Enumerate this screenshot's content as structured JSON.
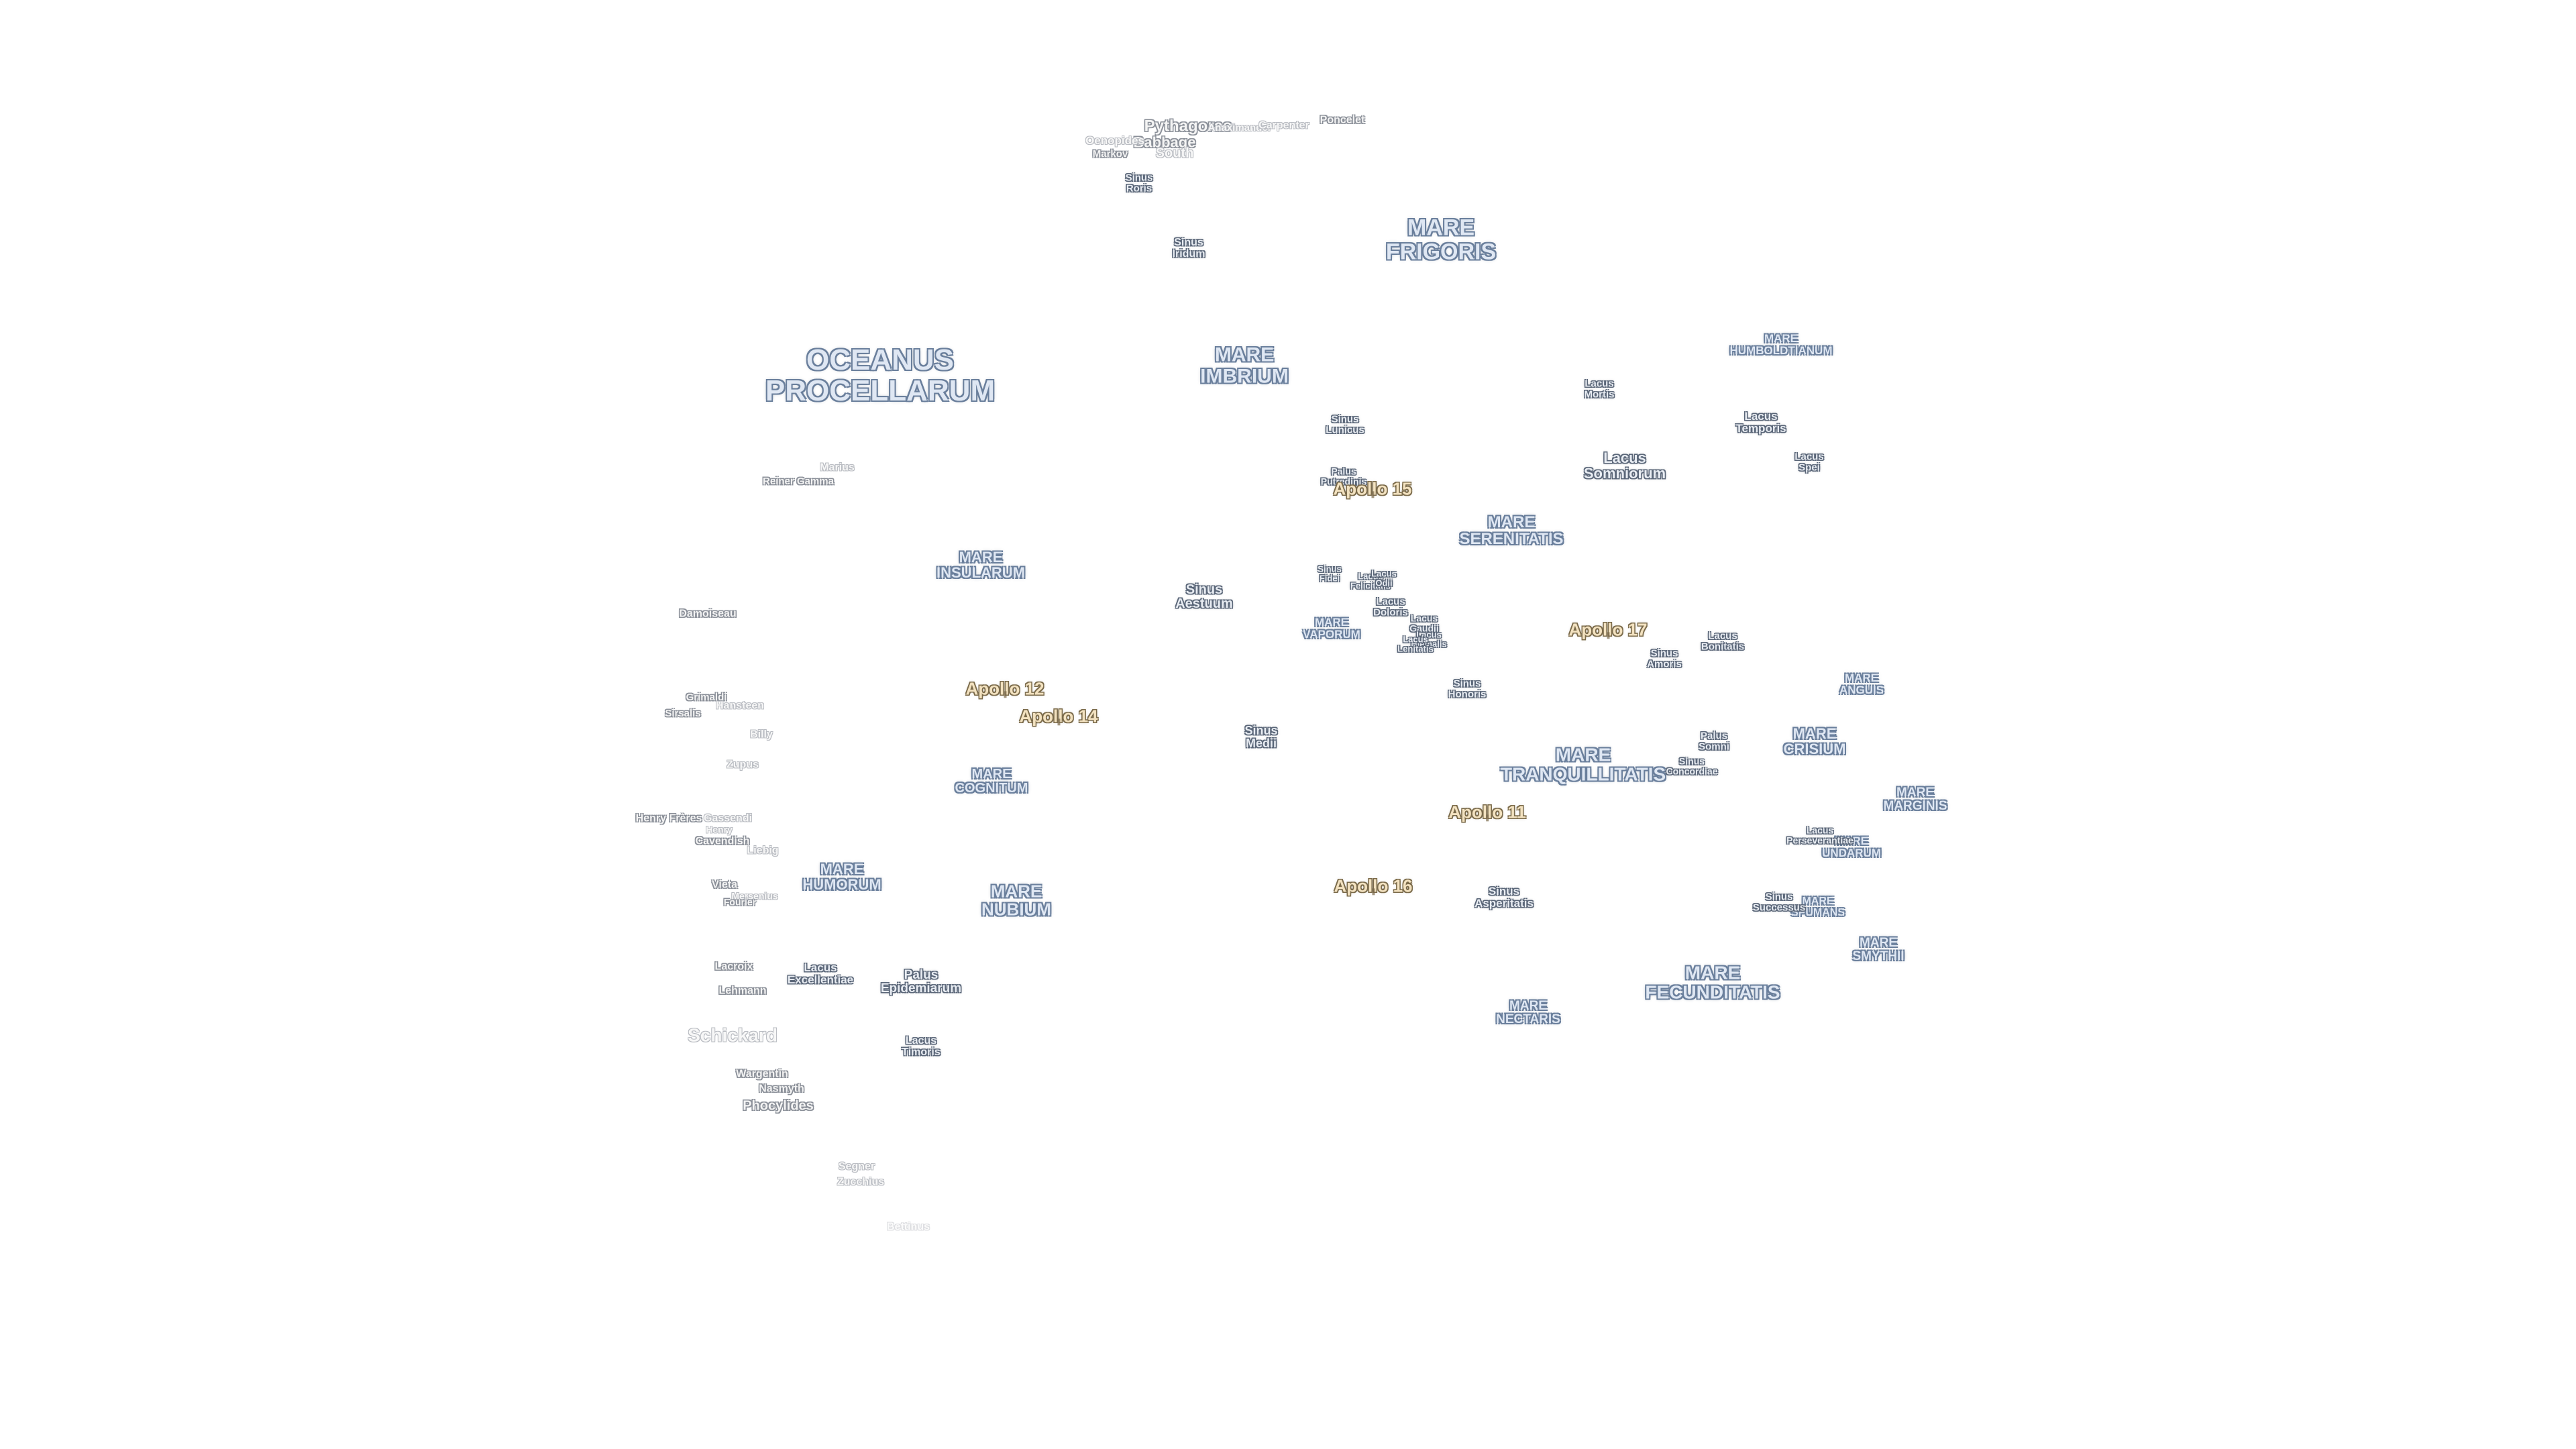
{
  "colors": {
    "background": "#ffffff",
    "maria_outline": "#6a7f9c",
    "feature_outline": "#5a6678",
    "crater_outline": "#8a8f98",
    "apollo_fill": "#f3e2c0",
    "apollo_outline": "#7a6a4a"
  },
  "maria": [
    {
      "lines": [
        "OCEANUS",
        "PROCELLARUM"
      ]
    },
    {
      "lines": [
        "MARE",
        "FRIGORIS"
      ]
    },
    {
      "lines": [
        "MARE",
        "IMBRIUM"
      ]
    },
    {
      "lines": [
        "MARE",
        "HUMBOLDTIANUM"
      ]
    },
    {
      "lines": [
        "MARE",
        "SERENITATIS"
      ]
    },
    {
      "lines": [
        "MARE",
        "INSULARUM"
      ]
    },
    {
      "lines": [
        "MARE",
        "VAPORUM"
      ]
    },
    {
      "lines": [
        "MARE",
        "ANGUIS"
      ]
    },
    {
      "lines": [
        "MARE",
        "CRISIUM"
      ]
    },
    {
      "lines": [
        "MARE",
        "TRANQUILLITATIS"
      ]
    },
    {
      "lines": [
        "MARE",
        "COGNITUM"
      ]
    },
    {
      "lines": [
        "MARE",
        "MARGINIS"
      ]
    },
    {
      "lines": [
        "MARE",
        "UNDARUM"
      ]
    },
    {
      "lines": [
        "MARE",
        "HUMORUM"
      ]
    },
    {
      "lines": [
        "MARE",
        "NUBIUM"
      ]
    },
    {
      "lines": [
        "MARE",
        "SPUMANS"
      ]
    },
    {
      "lines": [
        "MARE",
        "SMYTHII"
      ]
    },
    {
      "lines": [
        "MARE",
        "FECUNDITATIS"
      ]
    },
    {
      "lines": [
        "MARE",
        "NECTARIS"
      ]
    }
  ],
  "features": [
    {
      "lines": [
        "Sinus",
        "Roris"
      ]
    },
    {
      "lines": [
        "Sinus",
        "Iridum"
      ]
    },
    {
      "lines": [
        "Lacus",
        "Mortis"
      ]
    },
    {
      "lines": [
        "Sinus",
        "Lunicus"
      ]
    },
    {
      "lines": [
        "Lacus",
        "Temporis"
      ]
    },
    {
      "lines": [
        "Lacus",
        "Somniorum"
      ]
    },
    {
      "lines": [
        "Lacus",
        "Spei"
      ]
    },
    {
      "lines": [
        "Palus",
        "Putredinis"
      ]
    },
    {
      "lines": [
        "Sinus",
        "Fidei"
      ]
    },
    {
      "lines": [
        "Lacus",
        "Felicitatis"
      ]
    },
    {
      "lines": [
        "Lacus",
        "Odii"
      ]
    },
    {
      "lines": [
        "Sinus",
        "Aestuum"
      ]
    },
    {
      "lines": [
        "Lacus",
        "Doloris"
      ]
    },
    {
      "lines": [
        "Lacus",
        "Gaudii"
      ]
    },
    {
      "lines": [
        "Lacus",
        "Hiemalis"
      ]
    },
    {
      "lines": [
        "Lacus",
        "Lenitatis"
      ]
    },
    {
      "lines": [
        "Sinus",
        "Amoris"
      ]
    },
    {
      "lines": [
        "Lacus",
        "Bonitatis"
      ]
    },
    {
      "lines": [
        "Sinus",
        "Honoris"
      ]
    },
    {
      "lines": [
        "Sinus",
        "Medii"
      ]
    },
    {
      "lines": [
        "Palus",
        "Somni"
      ]
    },
    {
      "lines": [
        "Sinus",
        "Concordiae"
      ]
    },
    {
      "lines": [
        "Lacus",
        "Perseverantiae"
      ]
    },
    {
      "lines": [
        "Sinus",
        "Asperitatis"
      ]
    },
    {
      "lines": [
        "Sinus",
        "Successus"
      ]
    },
    {
      "lines": [
        "Lacus",
        "Excellentiae"
      ]
    },
    {
      "lines": [
        "Palus",
        "Epidemiarum"
      ]
    },
    {
      "lines": [
        "Lacus",
        "Timoris"
      ]
    }
  ],
  "craters": [
    {
      "text": "Pythagoras",
      "tone": "crater",
      "size": 24
    },
    {
      "text": "Babbage",
      "tone": "crater",
      "size": 22
    },
    {
      "text": "South",
      "tone": "faint",
      "size": 20
    },
    {
      "text": "Oenopides",
      "tone": "faint",
      "size": 17
    },
    {
      "text": "Markov",
      "tone": "crater",
      "size": 15
    },
    {
      "text": "Anaximander",
      "tone": "faint",
      "size": 15
    },
    {
      "text": "Carpenter",
      "tone": "faint",
      "size": 16
    },
    {
      "text": "Poncelet",
      "tone": "crater",
      "size": 16
    },
    {
      "text": "Marius",
      "tone": "faint",
      "size": 16
    },
    {
      "text": "Reiner Gamma",
      "tone": "crater",
      "size": 15
    },
    {
      "text": "Damoiseau",
      "tone": "crater",
      "size": 16
    },
    {
      "text": "Grimaldi",
      "tone": "crater",
      "size": 15
    },
    {
      "text": "Hansteen",
      "tone": "faint",
      "size": 16
    },
    {
      "text": "Sirsalis",
      "tone": "crater",
      "size": 15
    },
    {
      "text": "Billy",
      "tone": "faint",
      "size": 16
    },
    {
      "text": "Zupus",
      "tone": "faint",
      "size": 16
    },
    {
      "text": "Henry Frères",
      "tone": "crater",
      "size": 16
    },
    {
      "text": "Gassendi",
      "tone": "faint",
      "size": 16
    },
    {
      "text": "Henry",
      "tone": "faint",
      "size": 14
    },
    {
      "text": "Cavendish",
      "tone": "crater",
      "size": 16
    },
    {
      "text": "Liebig",
      "tone": "faint",
      "size": 16
    },
    {
      "text": "Vieta",
      "tone": "crater",
      "size": 16
    },
    {
      "text": "Mersenius",
      "tone": "faint",
      "size": 14
    },
    {
      "text": "Fourier",
      "tone": "crater",
      "size": 14
    },
    {
      "text": "Lacroix",
      "tone": "crater",
      "size": 16
    },
    {
      "text": "Lehmann",
      "tone": "crater",
      "size": 16
    },
    {
      "text": "Schickard",
      "tone": "faint",
      "size": 28
    },
    {
      "text": "Wargentin",
      "tone": "crater",
      "size": 16
    },
    {
      "text": "Nasmyth",
      "tone": "crater",
      "size": 16
    },
    {
      "text": "Phocylides",
      "tone": "crater",
      "size": 20
    },
    {
      "text": "Segner",
      "tone": "faint",
      "size": 16
    },
    {
      "text": "Zucchius",
      "tone": "faint",
      "size": 16
    },
    {
      "text": "Bettinus",
      "tone": "vfaint",
      "size": 16
    }
  ],
  "apollo_sites": [
    {
      "label": "Apollo 15"
    },
    {
      "label": "Apollo 17"
    },
    {
      "label": "Apollo 12"
    },
    {
      "label": "Apollo 14"
    },
    {
      "label": "Apollo 11"
    },
    {
      "label": "Apollo 16"
    }
  ]
}
